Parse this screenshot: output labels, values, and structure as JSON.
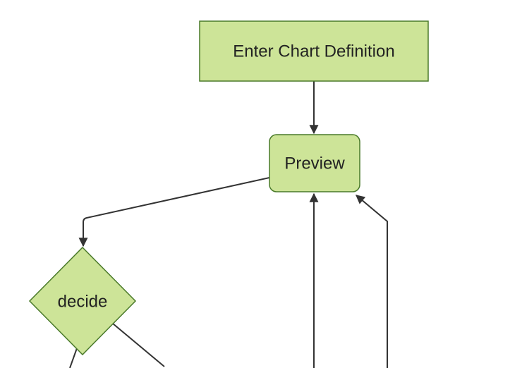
{
  "diagram": {
    "type": "flowchart",
    "direction": "top-down",
    "nodes": [
      {
        "id": "definition",
        "label": "Enter Chart Definition",
        "shape": "rectangle"
      },
      {
        "id": "preview",
        "label": "Preview",
        "shape": "rounded-rectangle"
      },
      {
        "id": "decide",
        "label": "decide",
        "shape": "diamond"
      }
    ],
    "edges": [
      {
        "id": "definition-to-preview",
        "from": "Enter Chart Definition",
        "to": "Preview",
        "arrowhead": true
      },
      {
        "id": "preview-to-decide",
        "from": "Preview",
        "to": "decide",
        "arrowhead": true
      },
      {
        "id": "offscreen-bottom-to-preview",
        "from": "offscreen-bottom",
        "to": "Preview",
        "arrowhead": true
      },
      {
        "id": "offscreen-corner-to-preview",
        "from": "offscreen-bottom",
        "to": "Preview",
        "arrowhead": true
      },
      {
        "id": "decide-to-offscreen-left",
        "from": "decide",
        "to": "offscreen-bottom",
        "arrowhead": false
      },
      {
        "id": "decide-to-offscreen-right",
        "from": "decide",
        "to": "offscreen-bottom",
        "arrowhead": false
      }
    ],
    "colors": {
      "node_fill": "#cde498",
      "node_stroke": "#4a7a2a",
      "edge_stroke": "#333333",
      "text": "#222222",
      "background": "#ffffff"
    }
  }
}
